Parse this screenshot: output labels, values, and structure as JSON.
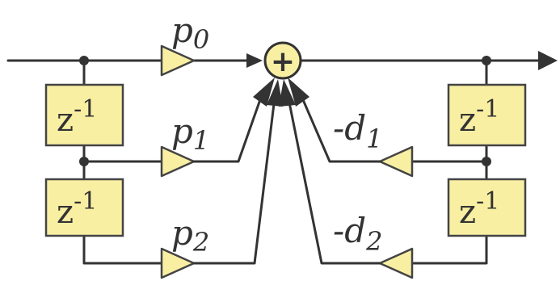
{
  "diagram": {
    "delay_z": "z",
    "delay_exp": "-1",
    "gains": {
      "p0": {
        "base": "p",
        "sub": "0"
      },
      "p1": {
        "base": "p",
        "sub": "1"
      },
      "p2": {
        "base": "p",
        "sub": "2"
      },
      "d1": {
        "base": "-d",
        "sub": "1"
      },
      "d2": {
        "base": "-d",
        "sub": "2"
      }
    },
    "adder_symbol": "+"
  },
  "colors": {
    "block_fill": "#f9efa3",
    "line": "#333333",
    "background": "#ffffff"
  }
}
